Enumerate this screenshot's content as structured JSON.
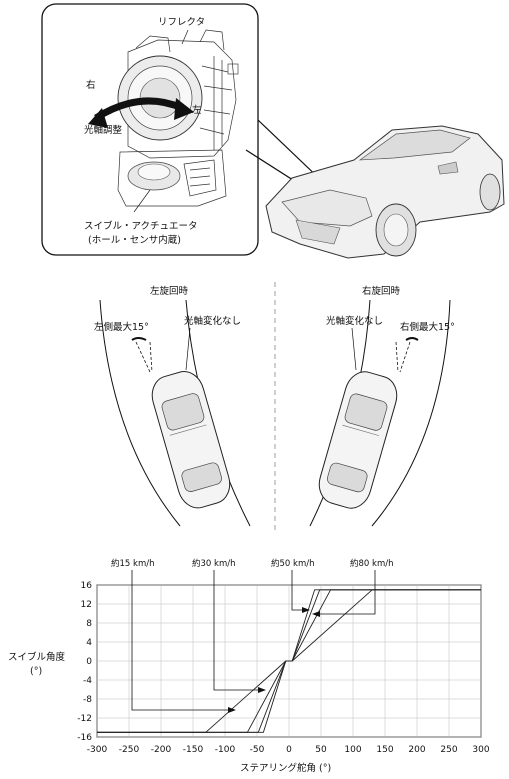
{
  "top_panel": {
    "reflector_label": "リフレクタ",
    "right_label": "右",
    "left_label": "左",
    "axis_adjust_label": "光軸調整",
    "actuator_label_line1": "スイブル・アクチュエータ",
    "actuator_label_line2": "(ホール・センサ内蔵)"
  },
  "turn_left": {
    "title": "左旋回時",
    "max_label": "左側最大15°",
    "nochange_label": "光軸変化なし"
  },
  "turn_right": {
    "title": "右旋回時",
    "max_label": "右側最大15°",
    "nochange_label": "光軸変化なし"
  },
  "chart_data": {
    "type": "line",
    "xlabel": "ステアリング舵角 (°)",
    "ylabel_line1": "スイブル角度",
    "ylabel_line2": "(°)",
    "xlim": [
      -300,
      300
    ],
    "ylim": [
      -16,
      16
    ],
    "x_ticks": [
      -300,
      -250,
      -200,
      -150,
      -100,
      -50,
      0,
      50,
      100,
      150,
      200,
      250,
      300
    ],
    "y_ticks": [
      16,
      12,
      8,
      4,
      0,
      -4,
      -8,
      -12,
      -16
    ],
    "grid": true,
    "series": [
      {
        "name": "約15 km/h",
        "x": [
          -300,
          -130,
          -5,
          0,
          5,
          130,
          300
        ],
        "y": [
          -15,
          -15,
          0,
          0,
          0,
          15,
          15
        ]
      },
      {
        "name": "約30 km/h",
        "x": [
          -300,
          -65,
          -5,
          0,
          5,
          65,
          300
        ],
        "y": [
          -15,
          -15,
          0,
          0,
          0,
          15,
          15
        ]
      },
      {
        "name": "約50 km/h",
        "x": [
          -300,
          -48,
          -5,
          0,
          5,
          48,
          300
        ],
        "y": [
          -15,
          -15,
          0,
          0,
          0,
          15,
          15
        ]
      },
      {
        "name": "約80 km/h",
        "x": [
          -300,
          -40,
          -5,
          0,
          5,
          40,
          300
        ],
        "y": [
          -15,
          -15,
          0,
          0,
          0,
          15,
          15
        ]
      }
    ]
  }
}
